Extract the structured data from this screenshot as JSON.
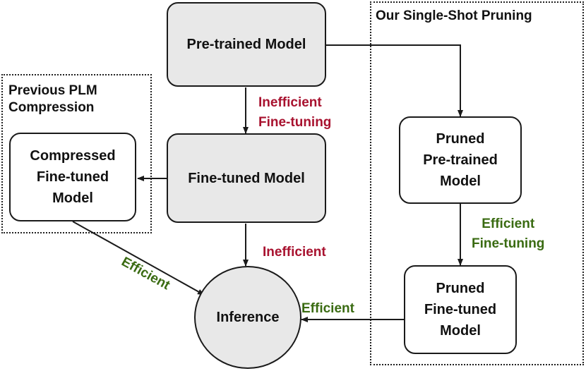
{
  "regions": {
    "previous": {
      "title": "Previous PLM\nCompression"
    },
    "ours": {
      "title": "Our Single-Shot Pruning"
    }
  },
  "nodes": {
    "pretrained": "Pre-trained Model",
    "finetuned": "Fine-tuned Model",
    "compressed": "Compressed\nFine-tuned\nModel",
    "pruned_pretrained": "Pruned\nPre-trained\nModel",
    "pruned_finetuned": "Pruned\nFine-tuned\nModel",
    "inference": "Inference"
  },
  "edges": {
    "pretrained_to_finetuned": "Inefficient\nFine-tuning",
    "finetuned_to_inference": "Inefficient",
    "compressed_to_inference": "Efficient",
    "pruned_pretrained_to_pruned_finetuned": "Efficient\nFine-tuning",
    "pruned_finetuned_to_inference": "Efficient"
  },
  "colors": {
    "inefficient": "#a8122f",
    "efficient": "#3a6b12",
    "node_fill": "#e8e8e8",
    "stroke": "#1a1a1a"
  }
}
